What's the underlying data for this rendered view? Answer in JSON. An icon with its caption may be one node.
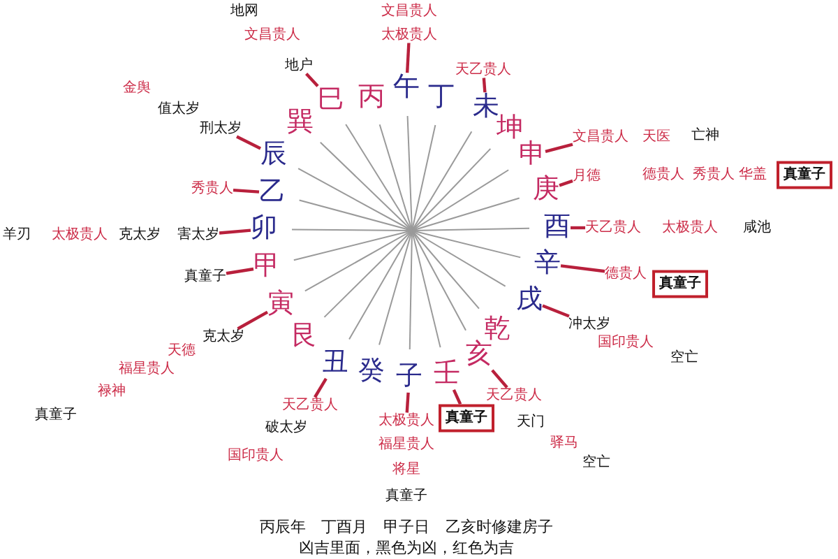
{
  "diagram": {
    "nodes": [
      {
        "text": [
          "巳"
        ]
      },
      {
        "text": [
          "丙"
        ]
      },
      {
        "text": [
          "午"
        ]
      },
      {
        "text": [
          "丁"
        ]
      },
      {
        "text": [
          "未"
        ]
      },
      {
        "text": [
          "坤"
        ]
      },
      {
        "text": [
          "申"
        ]
      },
      {
        "text": [
          "庚"
        ]
      },
      {
        "text": [
          "酉"
        ]
      },
      {
        "text": [
          "辛"
        ]
      },
      {
        "text": [
          "戌"
        ]
      },
      {
        "text": [
          "乾"
        ]
      },
      {
        "text": [
          "亥"
        ]
      },
      {
        "text": [
          "壬"
        ]
      },
      {
        "text": [
          "子"
        ]
      },
      {
        "text": [
          "癸"
        ]
      },
      {
        "text": [
          "丑"
        ]
      },
      {
        "text": [
          "艮"
        ]
      },
      {
        "text": [
          "寅"
        ]
      },
      {
        "text": [
          "甲"
        ]
      },
      {
        "text": [
          "卯"
        ]
      },
      {
        "text": [
          "乙"
        ]
      },
      {
        "text": [
          "辰"
        ]
      },
      {
        "text": [
          "巽"
        ]
      },
      {
        "text": [
          "地户"
        ]
      },
      {
        "text": [
          "太极贵人"
        ]
      },
      {
        "text": [
          "天乙贵人"
        ]
      },
      {
        "text": [
          "文昌贵人"
        ]
      },
      {
        "text": [
          "月德"
        ]
      },
      {
        "text": [
          "天乙贵人"
        ]
      },
      {
        "text": [
          "德贵人"
        ]
      },
      {
        "text": [
          "冲太岁"
        ]
      },
      {
        "text": [
          "天乙贵人"
        ]
      },
      {
        "text": [
          "真童子"
        ]
      },
      {
        "text": [
          "太极贵人"
        ]
      },
      {
        "text": [
          "天乙贵人"
        ]
      },
      {
        "text": [
          "克太岁"
        ]
      },
      {
        "text": [
          "真童子"
        ]
      },
      {
        "text": [
          "害太岁"
        ]
      },
      {
        "text": [
          "秀贵人"
        ]
      },
      {
        "text": [
          "刑太岁"
        ]
      },
      {
        "text": [
          "真童子"
        ]
      },
      {
        "text": [
          "真童子"
        ]
      }
    ],
    "edges": [
      {
        "from": 24,
        "to": 0,
        "arrow": "none"
      },
      {
        "from": 25,
        "to": 2,
        "arrow": "none"
      },
      {
        "from": 26,
        "to": 4,
        "arrow": "none"
      },
      {
        "from": 27,
        "to": 6,
        "arrow": "none"
      },
      {
        "from": 28,
        "to": 7,
        "arrow": "none"
      },
      {
        "from": 29,
        "to": 8,
        "arrow": "none"
      },
      {
        "from": 30,
        "to": 9,
        "arrow": "none"
      },
      {
        "from": 31,
        "to": 10,
        "arrow": "none"
      },
      {
        "from": 32,
        "to": 12,
        "arrow": "none"
      },
      {
        "from": 33,
        "to": 13,
        "arrow": "none"
      },
      {
        "from": 34,
        "to": 14,
        "arrow": "none"
      },
      {
        "from": 35,
        "to": 16,
        "arrow": "none"
      },
      {
        "from": 36,
        "to": 18,
        "arrow": "none"
      },
      {
        "from": 37,
        "to": 19,
        "arrow": "none"
      },
      {
        "from": 38,
        "to": 20,
        "arrow": "none"
      },
      {
        "from": 39,
        "to": 21,
        "arrow": "none"
      },
      {
        "from": 40,
        "to": 22,
        "arrow": "none"
      }
    ],
    "labels": [
      "地网",
      "文昌贵人",
      "文昌贵人",
      "金舆",
      "值太岁",
      "天医",
      "亡神",
      "德贵人",
      "秀贵人",
      "华盖",
      "羊刃",
      "太极贵人",
      "克太岁",
      "太极贵人",
      "咸池",
      "国印贵人",
      "天德",
      "空亡",
      "福星贵人",
      "禄神",
      "真童子",
      "天门",
      "破太岁",
      "福星贵人",
      "驿马",
      "国印贵人",
      "空亡",
      "将星",
      "真童子",
      "丙辰年 丁酉月 甲子日 乙亥时修建房子",
      "凶吉里面，黑色为凶，红色为吉"
    ]
  }
}
